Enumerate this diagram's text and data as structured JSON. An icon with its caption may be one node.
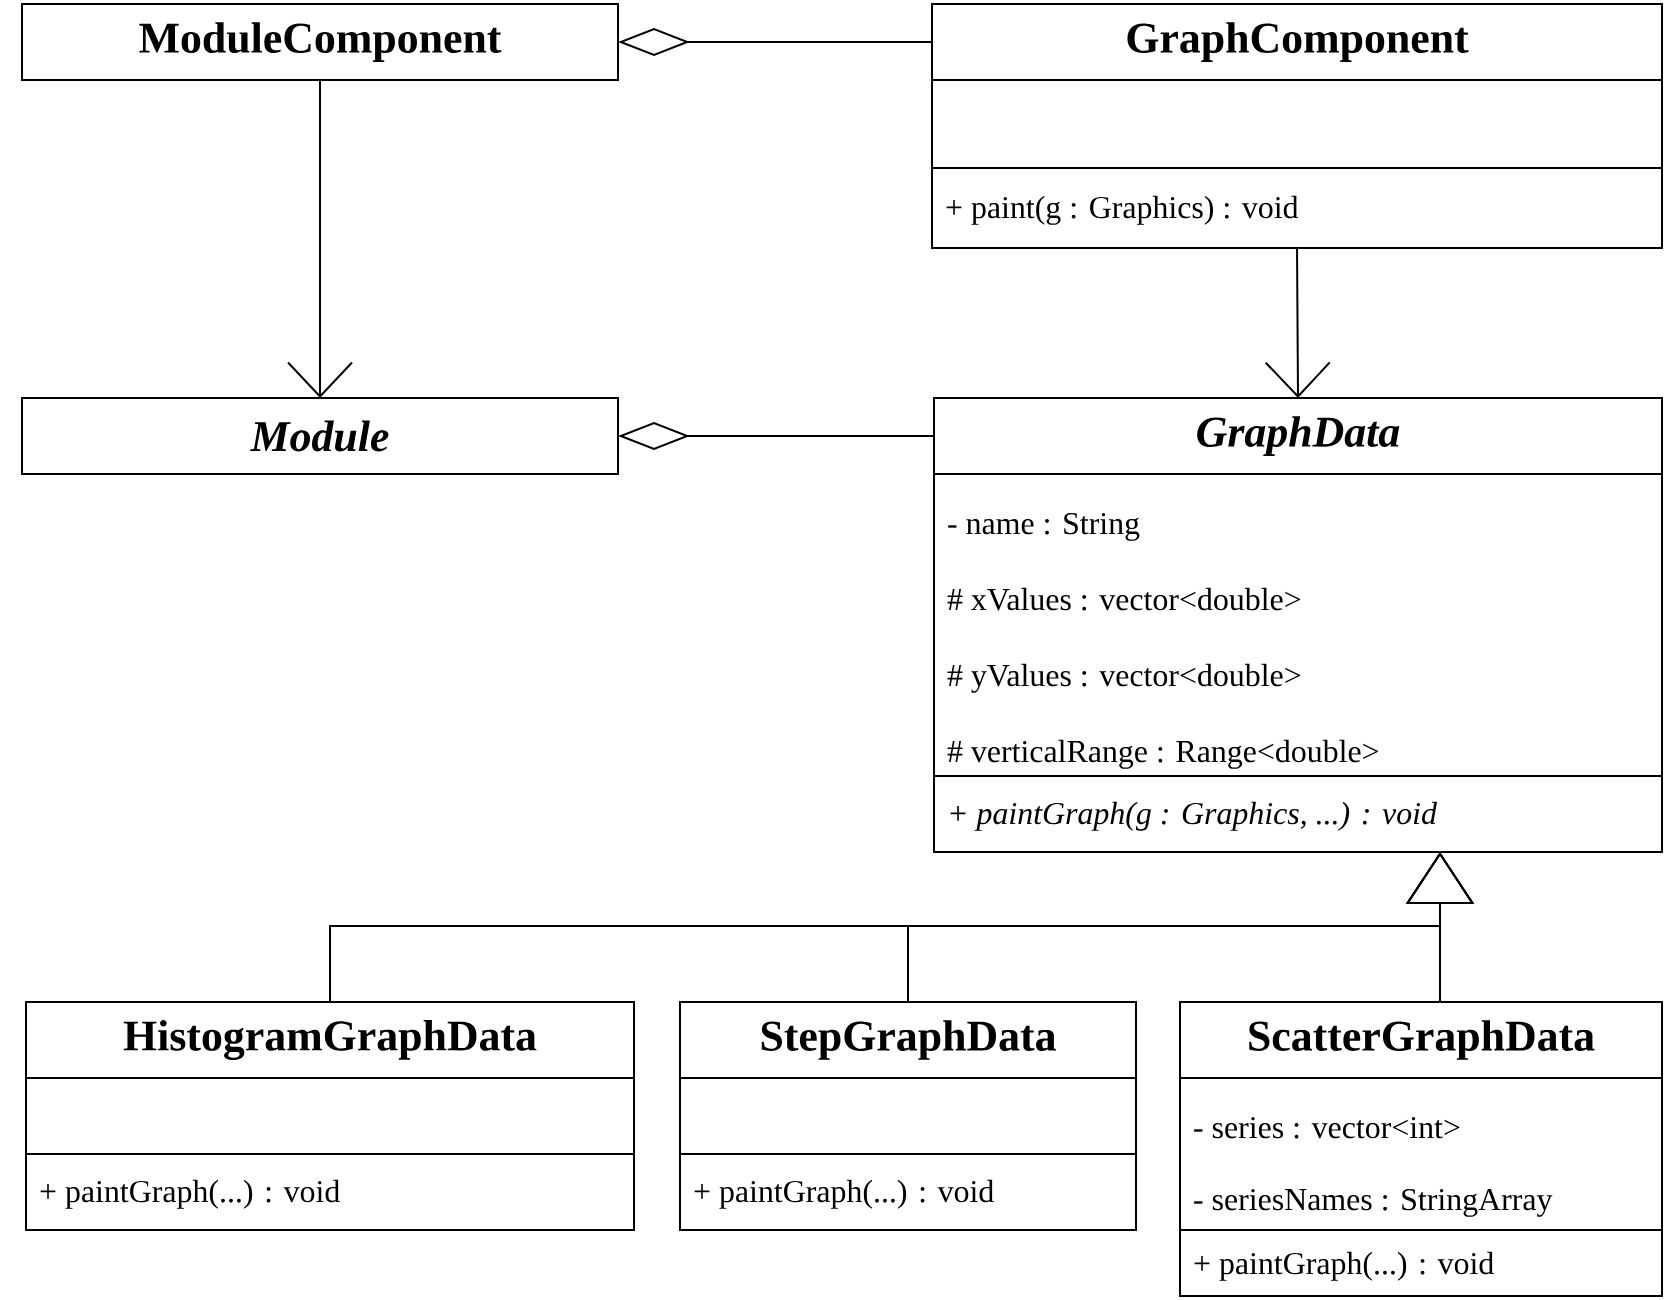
{
  "diagram": {
    "nodes": [
      {
        "text": [
          "ModuleComponent"
        ]
      },
      {
        "text": [
          "GraphComponent",
          "+ paint(g : Graphics) : void"
        ]
      },
      {
        "text": [
          "Module"
        ]
      },
      {
        "text": [
          "GraphData",
          "- name : String",
          "# xValues : vector<double>",
          "# yValues : vector<double>",
          "# verticalRange : Range<double>",
          "+ paintGraph(g : Graphics, ...) : void"
        ]
      },
      {
        "text": [
          "HistogramGraphData",
          "+ paintGraph(...) : void"
        ]
      },
      {
        "text": [
          "StepGraphData",
          "+ paintGraph(...) : void"
        ]
      },
      {
        "text": [
          "ScatterGraphData",
          "- series : vector<int>",
          "- seriesNames : StringArray",
          "+ paintGraph(...) : void"
        ]
      }
    ],
    "edges": [
      {
        "from": 0,
        "to": 2,
        "arrow": "to"
      },
      {
        "from": 1,
        "to": 3,
        "arrow": "to"
      },
      {
        "from": 0,
        "to": 1,
        "arrow": "other"
      },
      {
        "from": 2,
        "to": 3,
        "arrow": "other"
      },
      {
        "from": 4,
        "to": 3,
        "arrow": "to"
      },
      {
        "from": 5,
        "to": 3,
        "arrow": "to"
      },
      {
        "from": 6,
        "to": 3,
        "arrow": "to"
      }
    ]
  }
}
